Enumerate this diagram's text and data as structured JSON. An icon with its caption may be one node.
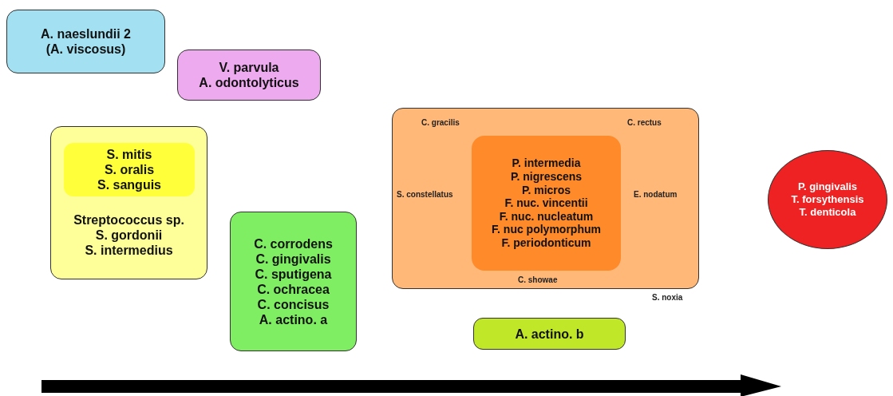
{
  "diagram": {
    "nodes": [
      {
        "text": [
          "A. naeslundii 2",
          "(A. viscosus)"
        ]
      },
      {
        "text": [
          "V. parvula",
          "A. odontolyticus"
        ]
      },
      {
        "text": [
          "Streptococcus sp.",
          "S. gordonii",
          "S. intermedius"
        ]
      },
      {
        "text": [
          "S. mitis",
          "S. oralis",
          "S. sanguis"
        ],
        "in": 2
      },
      {
        "text": [
          "C. corrodens",
          "C. gingivalis",
          "C. sputigena",
          "C. ochracea",
          "C. concisus",
          "A. actino. a"
        ]
      },
      {
        "text": [
          "C. gracilis",
          "C. rectus",
          "S. constellatus",
          "E. nodatum",
          "C. showae"
        ],
        "beside": [
          "S. noxia"
        ]
      },
      {
        "text": [
          "P. intermedia",
          "P. nigrescens",
          "P. micros",
          "F. nuc. vincentii",
          "F. nuc. nucleatum",
          "F. nuc polymorphum",
          "F. periodonticum"
        ],
        "in": 5
      },
      {
        "text": [
          "A. actino. b"
        ]
      },
      {
        "text": [
          "P. gingivalis",
          "T. forsythensis",
          "T. denticola"
        ]
      }
    ]
  }
}
